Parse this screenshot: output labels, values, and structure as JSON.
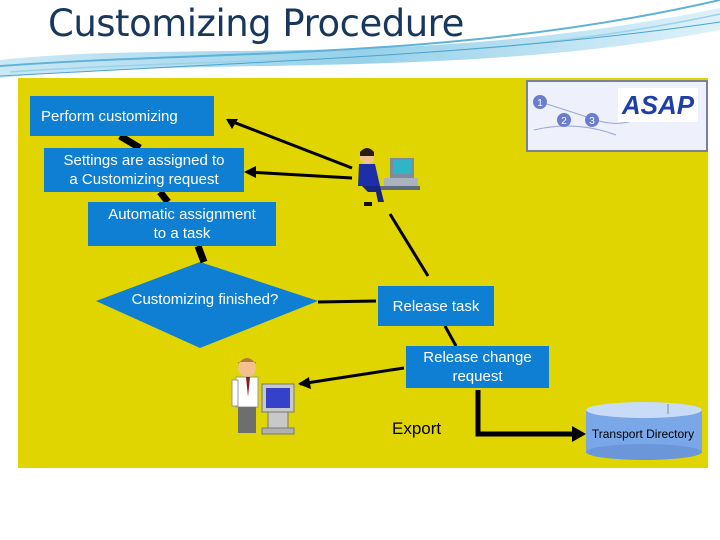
{
  "slide": {
    "title": "Customizing Procedure"
  },
  "flow": {
    "perform_customizing": "Perform customizing",
    "settings_line1": "Settings are assigned to",
    "settings_line2": "a Customizing request",
    "auto_line1": "Automatic assignment",
    "auto_line2": "to a task",
    "customizing_finished": "Customizing finished?",
    "release_task": "Release task",
    "release_change_line1": "Release change",
    "release_change_line2": "request",
    "export": "Export",
    "transport_directory": "Transport Directory"
  },
  "logo": {
    "asap_text": "ASAP",
    "step_1": "1",
    "step_2": "2",
    "step_3": "3"
  },
  "colors": {
    "panel": "#e0d500",
    "box": "#0f7fd4",
    "title": "#17375e",
    "cylinder": "#7aa7e8"
  }
}
